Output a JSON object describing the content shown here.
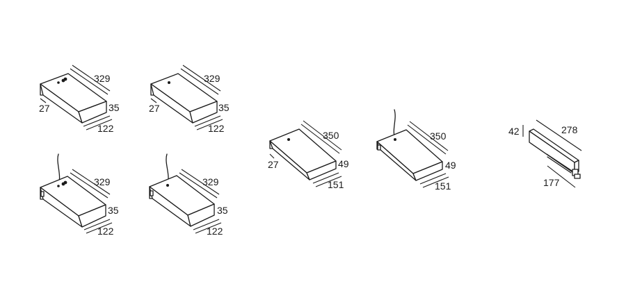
{
  "units": [
    {
      "length": "329",
      "height": "35",
      "width": "122",
      "side": "27",
      "variant": "twin-dots"
    },
    {
      "length": "329",
      "height": "35",
      "width": "122",
      "side": "27",
      "variant": "single-dot"
    },
    {
      "length": "329",
      "height": "35",
      "width": "122",
      "side": "",
      "variant": "twin-dots-cable"
    },
    {
      "length": "329",
      "height": "35",
      "width": "122",
      "side": "",
      "variant": "single-dot-cable"
    },
    {
      "length": "350",
      "height": "49",
      "width": "151",
      "side": "27",
      "variant": "single-dot"
    },
    {
      "length": "350",
      "height": "49",
      "width": "151",
      "side": "",
      "variant": "single-dot-cable"
    }
  ],
  "track_unit": {
    "length": "278",
    "height": "42",
    "width": "177"
  },
  "colors": {
    "line": "#1a1a1a",
    "background": "#ffffff"
  }
}
